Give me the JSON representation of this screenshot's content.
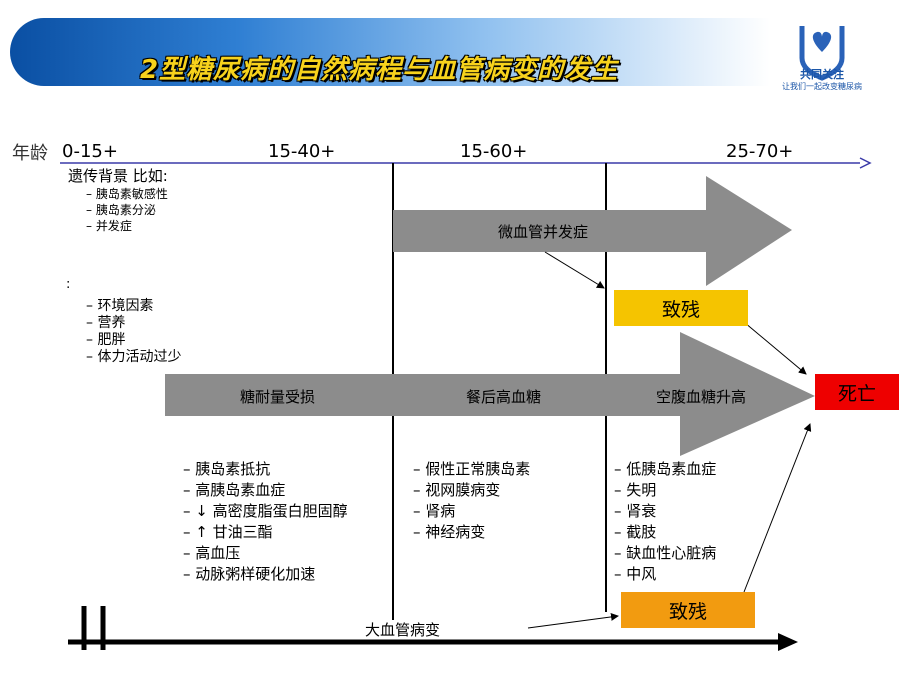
{
  "title": "2型糖尿病的自然病程与血管病变的发生",
  "logo": {
    "name": "共同关注",
    "slogan": "让我们一起改变糖尿病"
  },
  "axis": {
    "label": "年龄",
    "ages": [
      "0-15+",
      "15-40+",
      "15-60+",
      "25-70+"
    ]
  },
  "genetic": {
    "heading": "遗传背景  比如:",
    "items": [
      "胰岛素敏感性",
      "胰岛素分泌",
      "并发症"
    ]
  },
  "environment": {
    "heading": ":",
    "items": [
      "环境因素",
      "营养",
      "肥胖",
      "体力活动过少"
    ]
  },
  "micro_arrow": "微血管并发症",
  "main_arrow": {
    "stage1": "糖耐量受损",
    "stage2": "餐后高血糖",
    "stage3": "空腹血糖升高"
  },
  "disability_top": "致残",
  "disability_bottom": "致残",
  "death": "死亡",
  "stage1_list": [
    "胰岛素抵抗",
    "高胰岛素血症",
    "↓ 高密度脂蛋白胆固醇",
    "↑ 甘油三酯",
    "高血压",
    "动脉粥样硬化加速"
  ],
  "stage2_list": [
    "假性正常胰岛素",
    "视网膜病变",
    "肾病",
    "神经病变"
  ],
  "stage3_list": [
    "低胰岛素血症",
    "失明",
    "肾衰",
    "截肢",
    "缺血性心脏病",
    "中风"
  ],
  "macro_label": "大血管病变",
  "colors": {
    "yellow": "#f5c400",
    "orange": "#f29b10",
    "red": "#ee0000",
    "arrow": "#8c8c8c",
    "axis": "#3a3aa8"
  }
}
